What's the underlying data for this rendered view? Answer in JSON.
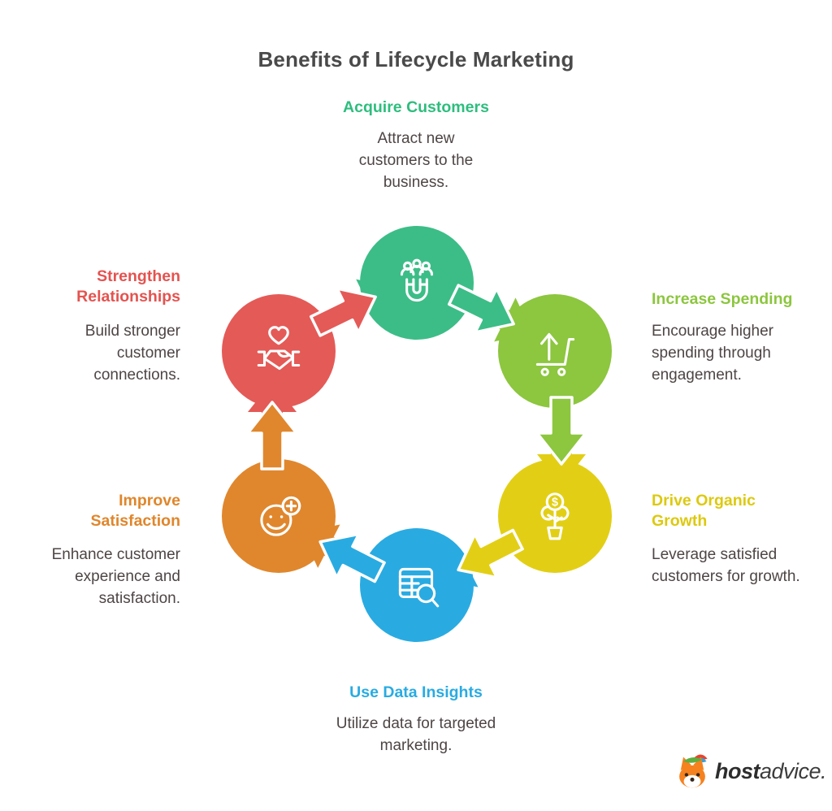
{
  "page": {
    "title": "Benefits of Lifecycle Marketing",
    "background_color": "#ffffff",
    "title_color": "#4a4a4a",
    "body_text_color": "#4e4545"
  },
  "diagram": {
    "type": "circular-lifecycle",
    "flow_direction": "clockwise",
    "nodes": [
      {
        "id": "acquire",
        "position": "top",
        "label": "Acquire Customers",
        "description": "Attract new customers to the business.",
        "color": "#3cbd87",
        "icon": "magnet-people-icon"
      },
      {
        "id": "increase",
        "position": "upper-right",
        "label": "Increase Spending",
        "description": "Encourage higher spending through engagement.",
        "color": "#8dc63f",
        "icon": "cart-up-arrow-icon"
      },
      {
        "id": "organic",
        "position": "lower-right",
        "label": "Drive Organic Growth",
        "description": "Leverage satisfied customers for growth.",
        "color": "#e2cf15",
        "icon": "money-tree-icon"
      },
      {
        "id": "data",
        "position": "bottom",
        "label": "Use Data Insights",
        "description": "Utilize data for targeted marketing.",
        "color": "#29abe2",
        "icon": "data-table-search-icon"
      },
      {
        "id": "satisfaction",
        "position": "lower-left",
        "label": "Improve Satisfaction",
        "description": "Enhance customer experience and satisfaction.",
        "color": "#e0872d",
        "icon": "smiley-plus-icon"
      },
      {
        "id": "relationships",
        "position": "upper-left",
        "label": "Strengthen Relationships",
        "description": "Build stronger customer connections.",
        "color": "#e45a57",
        "icon": "handshake-heart-icon"
      }
    ],
    "arrows": [
      {
        "from": "acquire",
        "to": "increase",
        "colors": [
          "#3cbd87",
          "#8dc63f"
        ]
      },
      {
        "from": "increase",
        "to": "organic",
        "colors": [
          "#8dc63f",
          "#e2cf15"
        ]
      },
      {
        "from": "organic",
        "to": "data",
        "colors": [
          "#e2cf15",
          "#29abe2"
        ]
      },
      {
        "from": "data",
        "to": "satisfaction",
        "colors": [
          "#29abe2",
          "#e0872d"
        ]
      },
      {
        "from": "satisfaction",
        "to": "relationships",
        "colors": [
          "#e0872d",
          "#e45a57"
        ]
      },
      {
        "from": "relationships",
        "to": "acquire",
        "colors": [
          "#e45a57",
          "#3cbd87"
        ]
      }
    ]
  },
  "brand": {
    "mascot": "fox-mascot-icon",
    "name_bold": "host",
    "name_regular": "advice."
  }
}
